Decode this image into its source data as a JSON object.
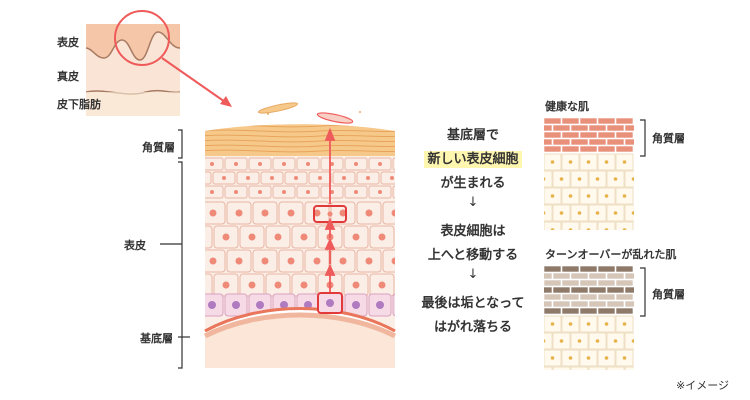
{
  "inset": {
    "epidermis_label": "表皮",
    "dermis_label": "真皮",
    "subcutaneous_label": "皮下脂肪"
  },
  "left_labels": {
    "stratum_corneum": "角質層",
    "epidermis": "表皮",
    "basal_layer": "基底層"
  },
  "process": {
    "step1_line1": "基底層で",
    "step1_line2": "新しい表皮細胞",
    "step1_line3": "が生まれる",
    "arrow1": "↓",
    "step2_line1": "表皮細胞は",
    "step2_line2": "上へと移動する",
    "arrow2": "↓",
    "step3_line1": "最後は垢となって",
    "step3_line2": "はがれ落ちる"
  },
  "healthy": {
    "title": "健康な肌",
    "layer_label": "角質層"
  },
  "disturbed": {
    "title": "ターンオーバーが乱れた肌",
    "layer_label": "角質層"
  },
  "note": "※イメージ",
  "colors": {
    "corneum": "#f6c98a",
    "brick_healthy": "#e8907a",
    "brick_disturbed": "#b09a88",
    "cell_fill": "#fbeee6",
    "cell_stroke": "#e9b5a4",
    "nucleus": "#ef8a78",
    "basal_nucleus": "#b07ac0",
    "arrow": "#ef5a5a"
  }
}
